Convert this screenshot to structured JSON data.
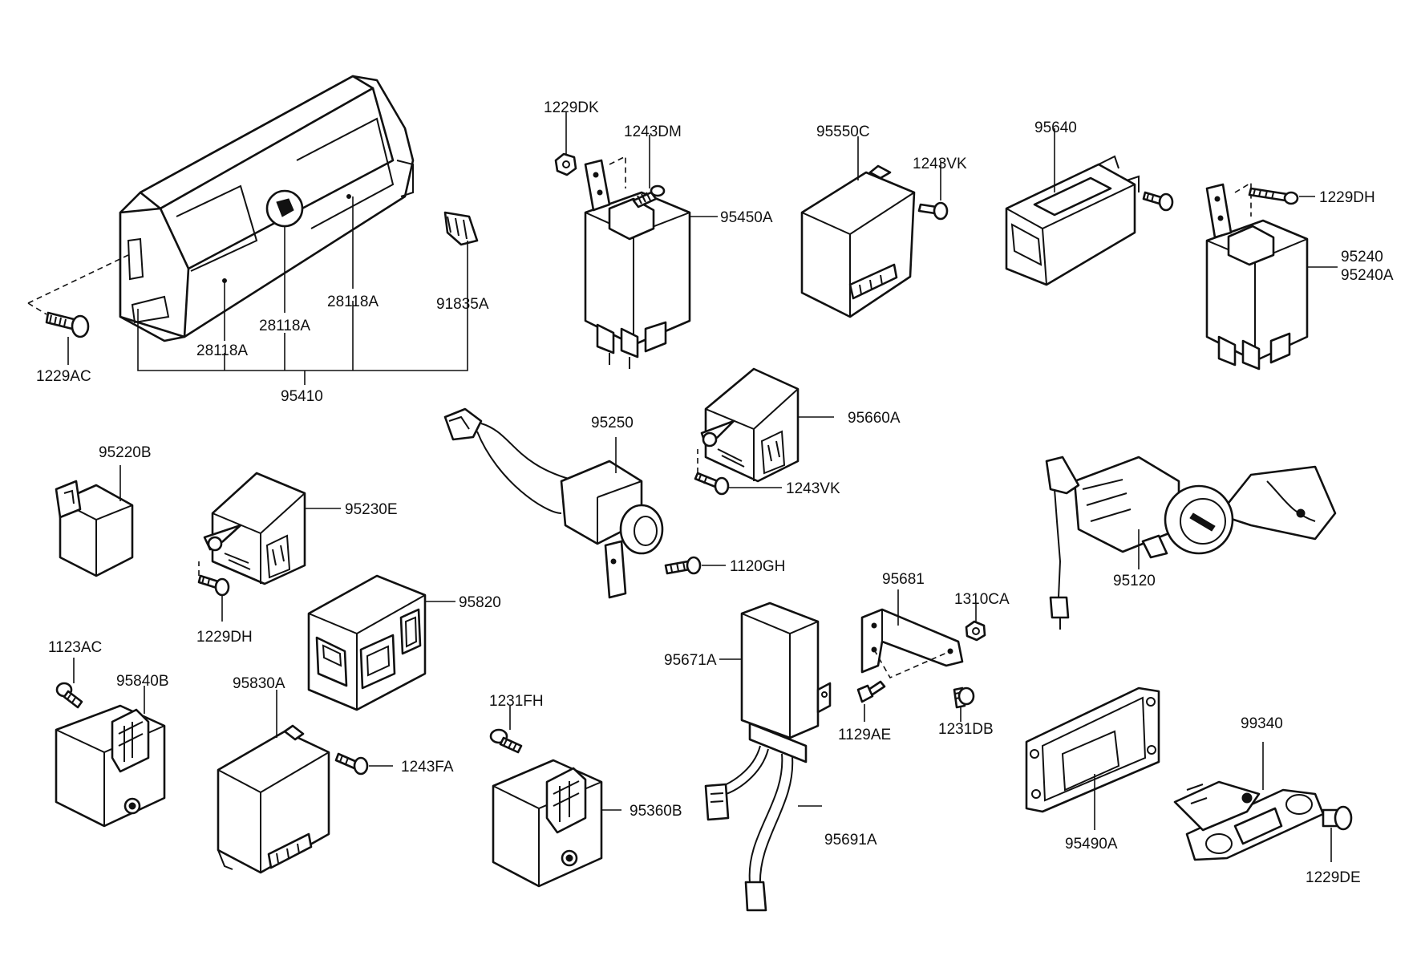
{
  "labels": {
    "l_1229DK": "1229DK",
    "l_1243DM": "1243DM",
    "l_95550C": "95550C",
    "l_1243VK_top": "1243VK",
    "l_95640": "95640",
    "l_1229DH_top": "1229DH",
    "l_95450A": "95450A",
    "l_95240": "95240",
    "l_95240A": "95240A",
    "l_28118A_1": "28118A",
    "l_28118A_2": "28118A",
    "l_28118A_3": "28118A",
    "l_91835A": "91835A",
    "l_1229AC": "1229AC",
    "l_95410": "95410",
    "l_95250": "95250",
    "l_95660A": "95660A",
    "l_1243VK_mid": "1243VK",
    "l_95220B": "95220B",
    "l_95230E": "95230E",
    "l_1229DH_mid": "1229DH",
    "l_1120GH": "1120GH",
    "l_95120": "95120",
    "l_95681": "95681",
    "l_1310CA": "1310CA",
    "l_95820": "95820",
    "l_95671A": "95671A",
    "l_1123AC": "1123AC",
    "l_95840B": "95840B",
    "l_95830A": "95830A",
    "l_1231FH": "1231FH",
    "l_1129AE": "1129AE",
    "l_1231DB": "1231DB",
    "l_99340": "99340",
    "l_1243FA": "1243FA",
    "l_95360B": "95360B",
    "l_95691A": "95691A",
    "l_95490A": "95490A",
    "l_1229DE": "1229DE"
  }
}
